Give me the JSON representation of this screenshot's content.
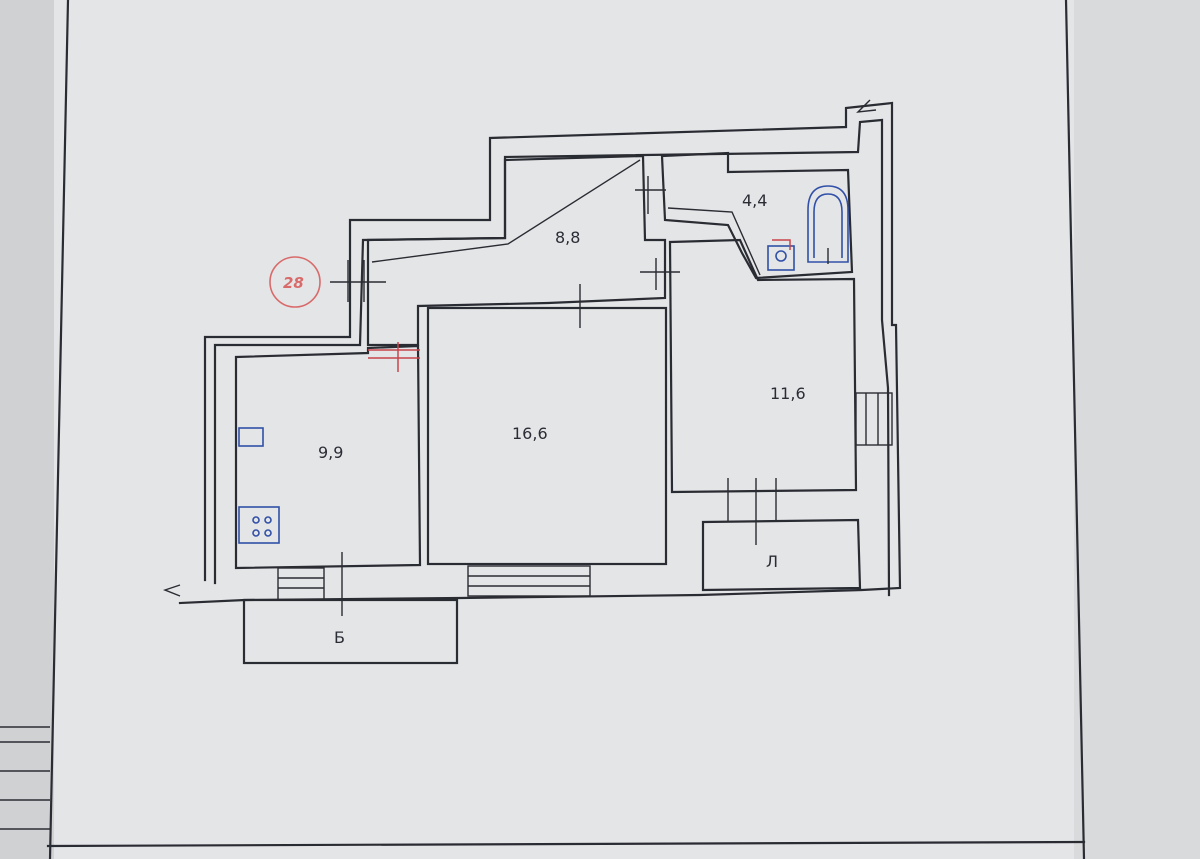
{
  "plan": {
    "apartment_number": "28",
    "rooms": [
      {
        "id": "hallway",
        "area": "8,8"
      },
      {
        "id": "bathroom",
        "area": "4,4"
      },
      {
        "id": "room-left",
        "area": "9,9"
      },
      {
        "id": "room-center",
        "area": "16,6"
      },
      {
        "id": "room-right",
        "area": "11,6"
      }
    ],
    "balconies": [
      {
        "id": "balcony",
        "label": "Б"
      },
      {
        "id": "loggia",
        "label": "Л"
      }
    ]
  },
  "colors": {
    "paper": "#e4e5e7",
    "ink": "#2a2c33",
    "fixtures": "#3150a8",
    "stamp": "#d96a6a"
  }
}
